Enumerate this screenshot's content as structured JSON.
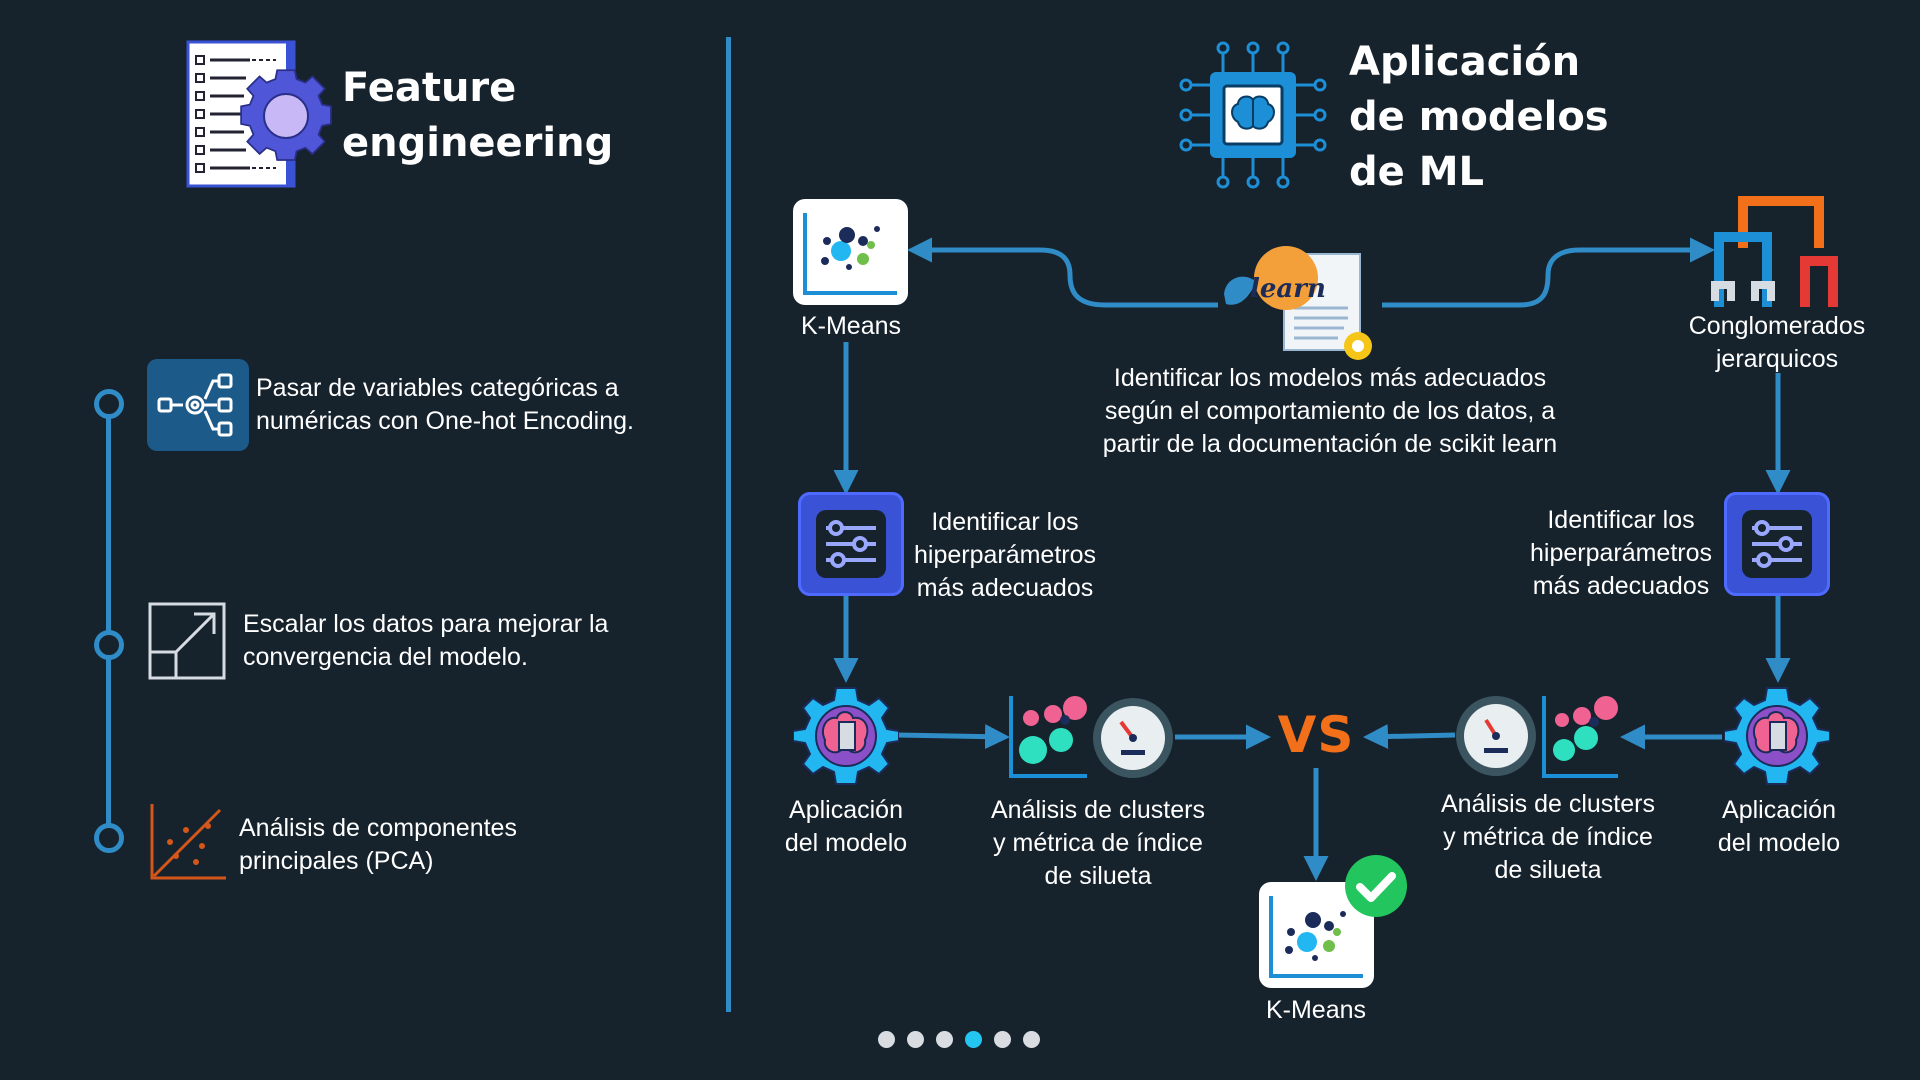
{
  "left": {
    "title_line1": "Feature",
    "title_line2": "engineering",
    "steps": [
      {
        "line1": "Pasar de variables categóricas a",
        "line2": "numéricas con One-hot Encoding."
      },
      {
        "line1": "Escalar los datos para mejorar la",
        "line2": "convergencia del modelo."
      },
      {
        "line1": "Análisis de componentes",
        "line2": "principales (PCA)"
      }
    ]
  },
  "right": {
    "title_line1": "Aplicación",
    "title_line2": "de modelos",
    "title_line3": "de ML",
    "kmeans_label": "K-Means",
    "hier_line1": "Conglomerados",
    "hier_line2": "jerarquicos",
    "sklearn_logo_text": "learn",
    "sklearn_desc_line1": "Identificar los modelos más adecuados",
    "sklearn_desc_line2": "según el comportamiento de los datos, a",
    "sklearn_desc_line3": "partir de la documentación de scikit learn",
    "hyper_line1": "Identificar los",
    "hyper_line2": "hiperparámetros",
    "hyper_line3": "más adecuados",
    "apply_line1": "Aplicación",
    "apply_line2": "del modelo",
    "analysis_line1": "Análisis de clusters",
    "analysis_line2": "y métrica de índice",
    "analysis_line3": "de silueta",
    "vs": "VS",
    "winner_label": "K-Means"
  },
  "pagination": {
    "count": 6,
    "active_index": 3
  },
  "colors": {
    "background": "#16222c",
    "connector": "#2f8cc6",
    "accent_orange": "#f3701a",
    "knob_blue": "#3a52d6",
    "check_green": "#22c55e"
  }
}
